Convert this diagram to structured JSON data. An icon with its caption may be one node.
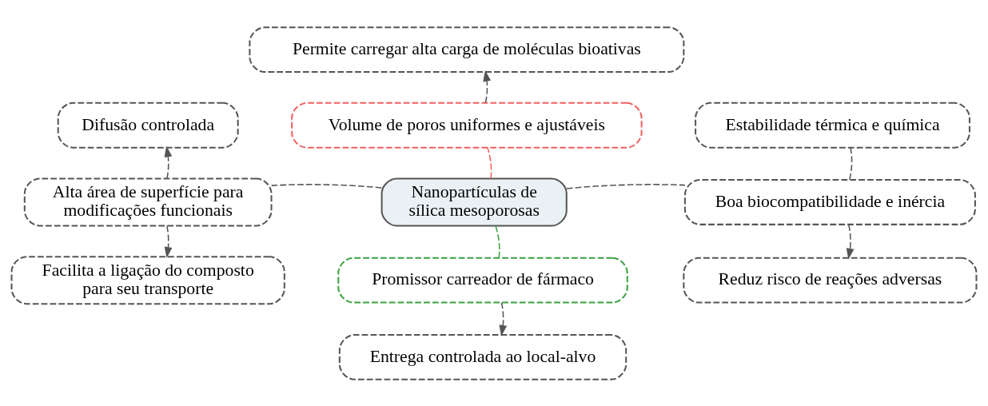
{
  "diagram": {
    "nodes": [
      {
        "text": [
          "Nanopartículas de sílica mesoporosas"
        ]
      },
      {
        "text": [
          "Volume de poros uniformes e ajustáveis"
        ]
      },
      {
        "text": [
          "Permite carregar alta carga de moléculas bioativas"
        ]
      },
      {
        "text": [
          "Alta área de superfície para modificações funcionais"
        ]
      },
      {
        "text": [
          "Difusão controlada"
        ]
      },
      {
        "text": [
          "Facilita a ligação do composto para seu transporte"
        ]
      },
      {
        "text": [
          "Estabilidade térmica e química"
        ]
      },
      {
        "text": [
          "Boa biocompatibilidade e inércia"
        ]
      },
      {
        "text": [
          "Reduz risco de reações adversas"
        ]
      },
      {
        "text": [
          "Promissor carreador de fármaco"
        ]
      },
      {
        "text": [
          "Entrega controlada ao local-alvo"
        ]
      }
    ],
    "edges": [
      {
        "from": 0,
        "to": 1,
        "arrow": "none",
        "style": "dashed",
        "color": "#f06060"
      },
      {
        "from": 1,
        "to": 2,
        "arrow": "to",
        "style": "dashed"
      },
      {
        "from": 0,
        "to": 3,
        "arrow": "none",
        "style": "dashed"
      },
      {
        "from": 3,
        "to": 4,
        "arrow": "to",
        "style": "dashed"
      },
      {
        "from": 3,
        "to": 5,
        "arrow": "to",
        "style": "dashed"
      },
      {
        "from": 0,
        "to": 7,
        "arrow": "none",
        "style": "dashed"
      },
      {
        "from": 7,
        "to": 6,
        "arrow": "none",
        "style": "dashed"
      },
      {
        "from": 7,
        "to": 8,
        "arrow": "to",
        "style": "dashed"
      },
      {
        "from": 0,
        "to": 9,
        "arrow": "none",
        "style": "dashed",
        "color": "#3aa040"
      },
      {
        "from": 9,
        "to": 10,
        "arrow": "to",
        "style": "dashed"
      }
    ]
  }
}
